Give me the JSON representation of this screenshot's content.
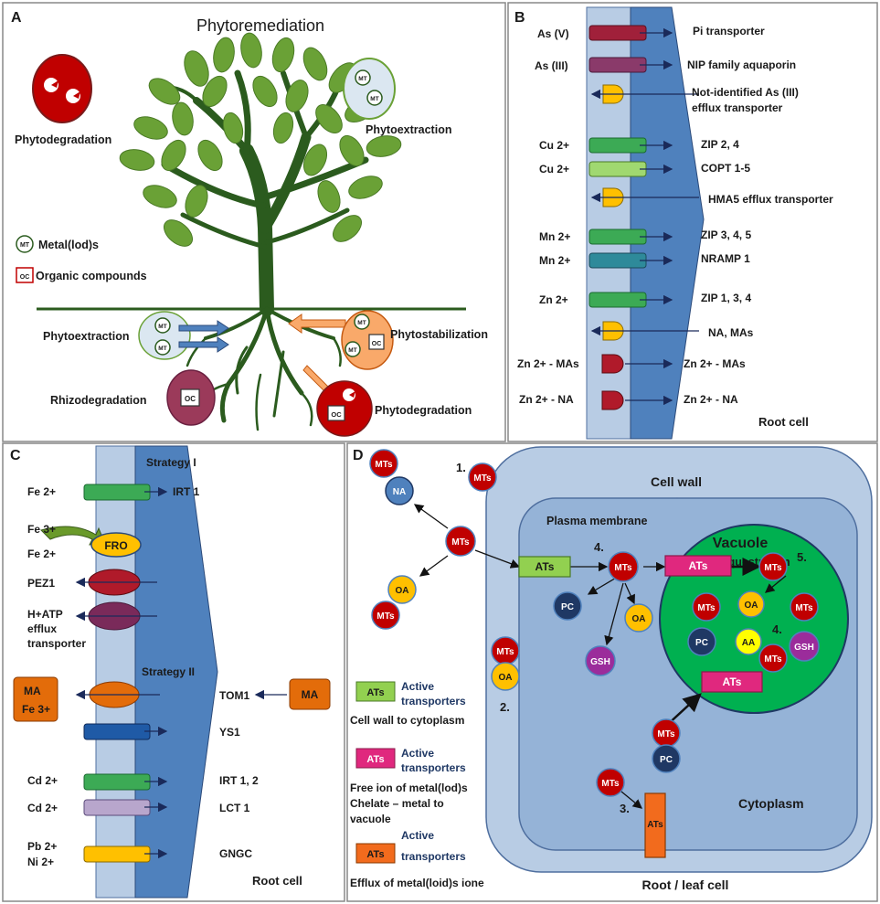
{
  "panelA": {
    "letter": "A",
    "title": "Phytoremediation",
    "phytodegradation_top": "Phytodegradation",
    "phytoextraction_top": "Phytoextraction",
    "legend_mt_label": "Metal(lod)s",
    "legend_oc_label": "Organic compounds",
    "phytoextraction_bottom": "Phytoextraction",
    "phytostabilization": "Phytostabilization",
    "rhizodegradation": "Rhizodegradation",
    "phytodegradation_bottom": "Phytodegradation",
    "mt": "MT",
    "oc": "OC"
  },
  "panelB": {
    "letter": "B",
    "rows": [
      {
        "ion": "As (V)",
        "transporter": "Pi transporter"
      },
      {
        "ion": "As (III)",
        "transporter": "NIP family aquaporin"
      },
      {
        "ion": "",
        "transporter": "Not-identified As (III)",
        "transporter2": "efflux transporter"
      },
      {
        "ion": "Cu 2+",
        "transporter": "ZIP 2, 4"
      },
      {
        "ion": "Cu 2+",
        "transporter": "COPT 1-5"
      },
      {
        "ion": "",
        "transporter": "HMA5 efflux transporter"
      },
      {
        "ion": "Mn 2+",
        "transporter": "ZIP 3, 4, 5"
      },
      {
        "ion": "Mn 2+",
        "transporter": "NRAMP 1"
      },
      {
        "ion": "Zn 2+",
        "transporter": "ZIP 1, 3, 4"
      },
      {
        "ion": "",
        "transporter": "NA, MAs"
      },
      {
        "ion": "Zn 2+ - MAs",
        "transporter": "Zn 2+ - MAs"
      },
      {
        "ion": "Zn 2+ - NA",
        "transporter": "Zn 2+ - NA"
      }
    ],
    "root_cell": "Root cell"
  },
  "panelC": {
    "letter": "C",
    "strategy1": "Strategy I",
    "strategy2": "Strategy II",
    "fe2": "Fe 2+",
    "irt1": "IRT 1",
    "fe3": "Fe 3+",
    "fe2b": "Fe 2+",
    "fro": "FRO",
    "pez1": "PEZ1",
    "hatp1": "H+ATP",
    "hatp2": "efflux",
    "hatp3": "transporter",
    "ma_fe_1": "MA",
    "ma_fe_2": "Fe 3+",
    "tom1": "TOM1",
    "ma": "MA",
    "ys1": "YS1",
    "cd1": "Cd 2+",
    "irt12": "IRT 1, 2",
    "cd2": "Cd 2+",
    "lct1": "LCT 1",
    "pb": "Pb 2+",
    "ni": "Ni 2+",
    "gngc": "GNGC",
    "root_cell": "Root cell"
  },
  "panelD": {
    "letter": "D",
    "cell_wall": "Cell wall",
    "plasma_membrane": "Plasma membrane",
    "vacuole": "Vacuole",
    "sequestration": "Sequestration",
    "cytoplasm": "Cytoplasm",
    "root_leaf": "Root / leaf cell",
    "n1": "1.",
    "n2": "2.",
    "n3": "3.",
    "n4a": "4.",
    "n4b": "4.",
    "n5": "5.",
    "mts": "MTs",
    "na": "NA",
    "oa": "OA",
    "pc": "PC",
    "gsh": "GSH",
    "aa": "AA",
    "ats": "ATs",
    "legend1_title1": "Active",
    "legend1_title2": "transporters",
    "legend1_desc": "Cell wall to cytoplasm",
    "legend2_title1": "Active",
    "legend2_title2": "transporters",
    "legend2_desc1": "Free ion of metal(lod)s",
    "legend2_desc2": "Chelate – metal to",
    "legend2_desc3": "vacuole",
    "legend3_title1": "Active",
    "legend3_title2": "transporters",
    "legend3_desc": "Efflux of metal(loid)s ione"
  },
  "colors": {
    "leaf": "#6aa136",
    "trunk": "#2b5b1e",
    "membrane_light": "#b8cce4",
    "membrane_dark": "#4f81bd",
    "mts_red": "#c00000",
    "na_blue": "#4f81bd",
    "oa_yellow": "#ffc000",
    "pc_navy": "#1f3864",
    "gsh_purple": "#9b2c9b",
    "vacuole_green": "#00b050",
    "ats_green": "#92d050",
    "ats_pink": "#e0287e",
    "ats_orange": "#f26b1d"
  }
}
